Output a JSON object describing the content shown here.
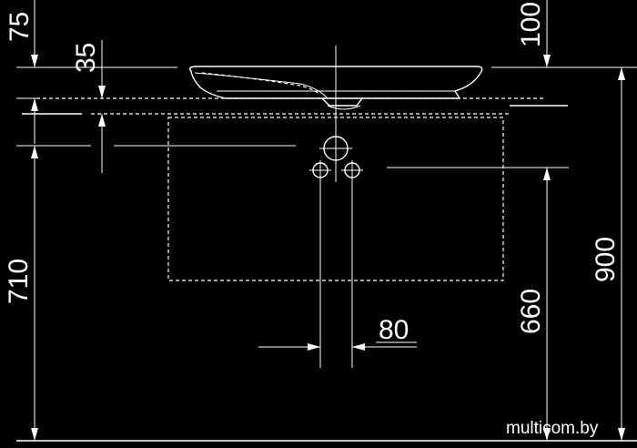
{
  "dimensions": {
    "d75": "75",
    "d35": "35",
    "d100": "100",
    "d710": "710",
    "d80": "80",
    "d660": "660",
    "d900": "900"
  },
  "watermark": "multicom.by"
}
